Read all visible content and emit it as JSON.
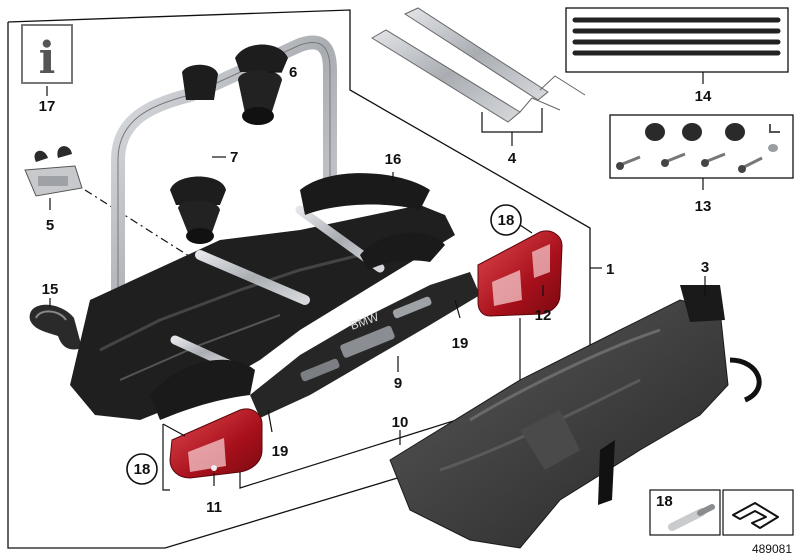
{
  "diagram": {
    "part_numbers": {
      "p1": "1",
      "p3": "3",
      "p4": "4",
      "p5": "5",
      "p6": "6",
      "p7": "7",
      "p9": "9",
      "p10": "10",
      "p11": "11",
      "p12": "12",
      "p13": "13",
      "p14": "14",
      "p15": "15",
      "p16": "16",
      "p17": "17",
      "p18a": "18",
      "p18b": "18",
      "p18c": "18",
      "p19a": "19",
      "p19b": "19"
    },
    "info_icon_glyph": "i",
    "brand_text": "BMW",
    "image_number": "489081",
    "colors": {
      "frame_silver": "#b9bcc0",
      "body_black": "#1e1e1e",
      "lamp_red": "#b3121f",
      "tray_gray": "#3a3a3a",
      "line": "#111111"
    }
  }
}
